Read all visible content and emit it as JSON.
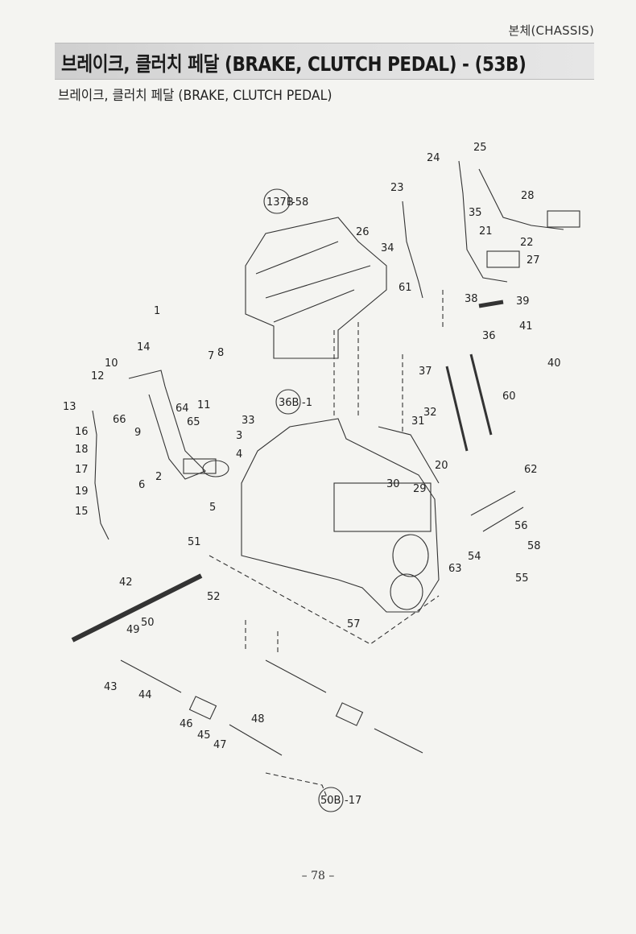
{
  "header": {
    "section": "본체(CHASSIS)"
  },
  "title": "브레이크, 클러치 페달 (BRAKE, CLUTCH PEDAL) - (53B)",
  "subtitle": "브레이크, 클러치 페달 (BRAKE, CLUTCH PEDAL)",
  "references": [
    "137B",
    "-58",
    "36B",
    "-1",
    "50B",
    "-17"
  ],
  "part_labels": [
    "1",
    "2",
    "3",
    "4",
    "5",
    "6",
    "7",
    "8",
    "9",
    "10",
    "11",
    "12",
    "13",
    "14",
    "15",
    "16",
    "17",
    "18",
    "19",
    "20",
    "21",
    "22",
    "23",
    "24",
    "25",
    "26",
    "27",
    "28",
    "29",
    "30",
    "31",
    "32",
    "33",
    "34",
    "35",
    "36",
    "37",
    "38",
    "39",
    "40",
    "41",
    "42",
    "43",
    "44",
    "45",
    "46",
    "47",
    "48",
    "49",
    "50",
    "51",
    "52",
    "54",
    "55",
    "56",
    "57",
    "58",
    "60",
    "61",
    "62",
    "63",
    "64",
    "65",
    "66"
  ],
  "page_number": "– 78 –"
}
